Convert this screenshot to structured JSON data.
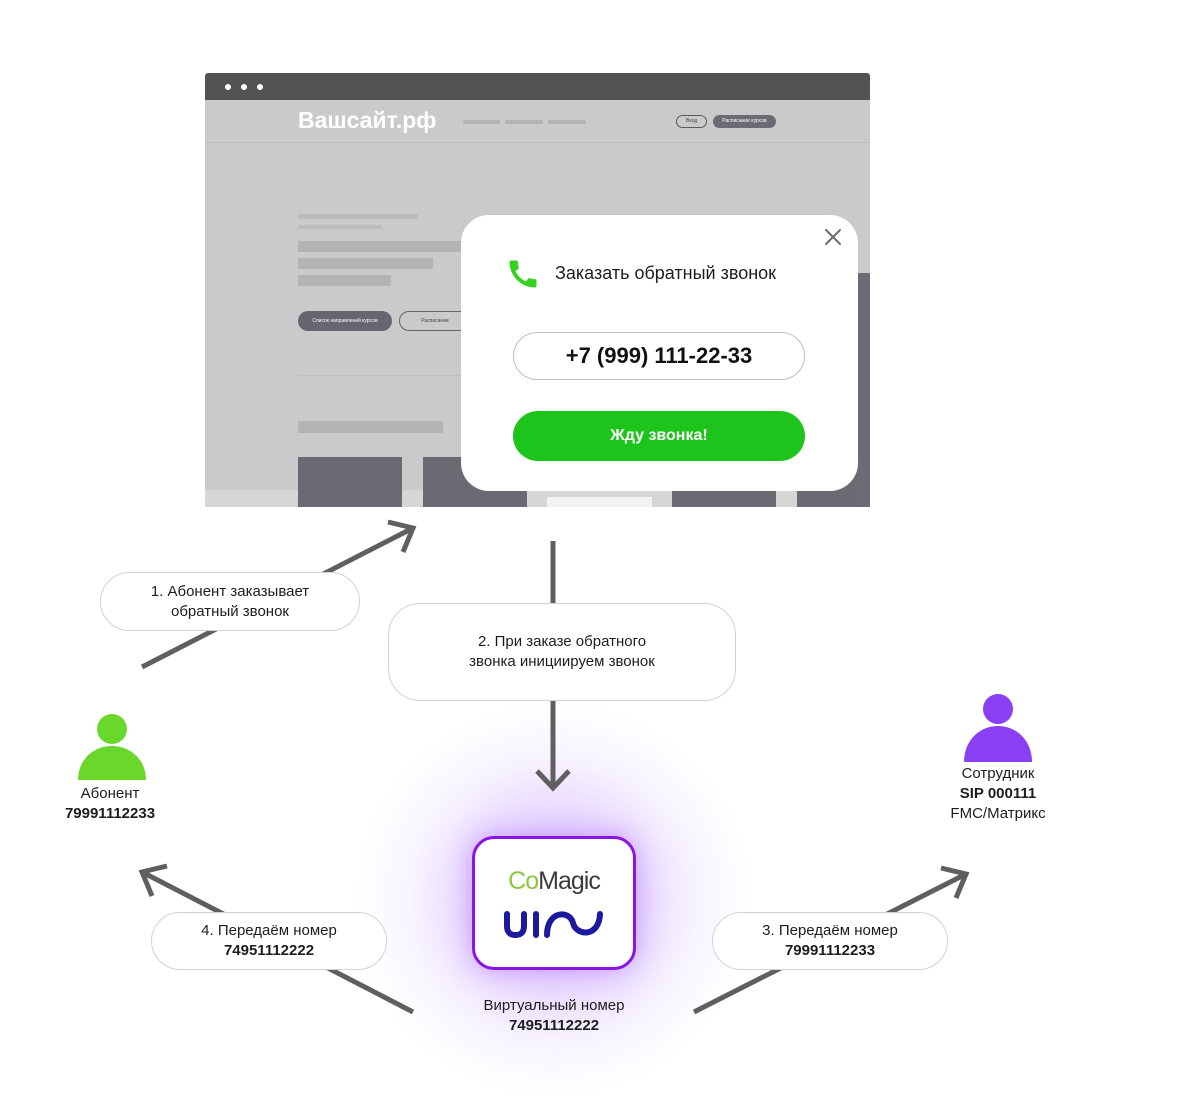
{
  "browser": {
    "site_name": "Вашсайт.рф",
    "header_buttons": {
      "login": "Вход",
      "schedule": "Расписание курсов"
    },
    "content_buttons": {
      "directions": "Список направлений курсов",
      "schedule": "Расписание"
    }
  },
  "modal": {
    "title": "Заказать обратный звонок",
    "phone_value": "+7 (999) 111-22-33",
    "submit_label": "Жду звонка!"
  },
  "steps": [
    {
      "line1": "1. Абонент заказывает",
      "line2": "обратный звонок"
    },
    {
      "line1": "2. При заказе обратного",
      "line2": "звонка инициируем звонок"
    },
    {
      "line1": "3. Передаём номер",
      "number": "79991112233"
    },
    {
      "line1": "4. Передаём номер",
      "number": "74951112222"
    }
  ],
  "subscriber": {
    "role": "Абонент",
    "number": "79991112233"
  },
  "employee": {
    "role": "Сотрудник",
    "sip": "SIP 000111",
    "device": "FMC/Матрикс"
  },
  "platform": {
    "logo": {
      "co": "Co",
      "magic": "Magic",
      "uis": "uis"
    },
    "label": "Виртуальный номер",
    "number": "74951112222"
  },
  "icons": {
    "modal_phone": "phone-icon",
    "modal_close": "close-icon",
    "subscriber": "person-icon",
    "employee": "person-icon"
  },
  "colors": {
    "accent_green": "#1dc41b",
    "phone_icon_green": "#35d11f",
    "subscriber_green": "#6ad82b",
    "employee_purple": "#8b3ff2",
    "platform_purple": "#8a14e6",
    "logo_green": "#8cc63f",
    "logo_navy": "#1b1a9c",
    "arrow_gray": "#5f5f5f"
  }
}
